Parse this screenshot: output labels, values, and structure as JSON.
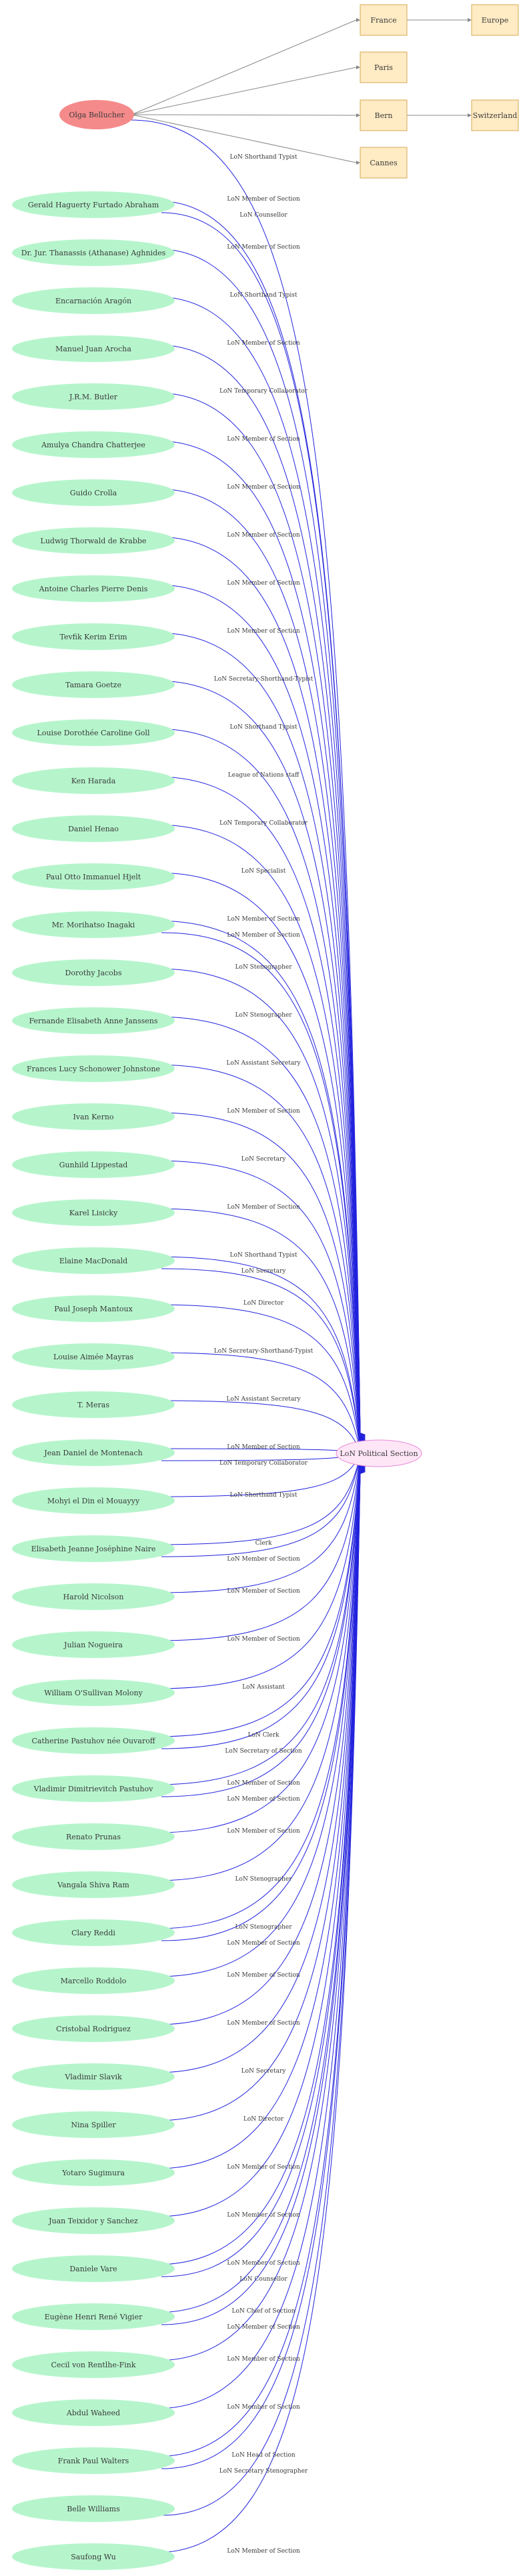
{
  "colors": {
    "hub_fill": "#ffe6f7",
    "hub_stroke": "#e88ad6",
    "source_fill": "#f58a8a",
    "person_fill": "#b6f5cc",
    "place_fill": "#ffebc4",
    "place_stroke": "#d4aa55",
    "edge": "#2222dd",
    "edge_gray": "#888888"
  },
  "hub": {
    "label": "LoN Political Section"
  },
  "source": {
    "label": "Olga Bellucher",
    "edge_label": "LoN Shorthand Typist"
  },
  "places": [
    {
      "label": "France"
    },
    {
      "label": "Europe"
    },
    {
      "label": "Paris"
    },
    {
      "label": "Bern"
    },
    {
      "label": "Switzerland"
    },
    {
      "label": "Cannes"
    }
  ],
  "people": [
    {
      "label": "Gerald Haguerty Furtado Abraham",
      "edges": [
        "LoN Member of Section",
        "LoN Counsellor"
      ]
    },
    {
      "label": "Dr. Jur. Thanassis (Athanase) Aghnides",
      "edges": [
        "LoN Member of Section"
      ]
    },
    {
      "label": "Encarnación Aragón",
      "edges": [
        "LoN Shorthand Typist"
      ]
    },
    {
      "label": "Manuel Juan Arocha",
      "edges": [
        "LoN Member of Section"
      ]
    },
    {
      "label": "J.R.M. Butler",
      "edges": [
        "LoN Temporary Collaborator"
      ]
    },
    {
      "label": "Amulya Chandra Chatterjee",
      "edges": [
        "LoN Member of Section"
      ]
    },
    {
      "label": "Guido Crolla",
      "edges": [
        "LoN Member of Section"
      ]
    },
    {
      "label": "Ludwig Thorwald de Krabbe",
      "edges": [
        "LoN Member of Section"
      ]
    },
    {
      "label": "Antoine Charles Pierre Denis",
      "edges": [
        "LoN Member of Section"
      ]
    },
    {
      "label": "Tevfik Kerim Erim",
      "edges": [
        "LoN Member of Section"
      ]
    },
    {
      "label": "Tamara Goetze",
      "edges": [
        "LoN Secretary-Shorthand-Typist"
      ]
    },
    {
      "label": "Louise Dorothée Caroline Goll",
      "edges": [
        "LoN Shorthand Typist"
      ]
    },
    {
      "label": "Ken Harada",
      "edges": [
        "League of Nations staff"
      ]
    },
    {
      "label": "Daniel Henao",
      "edges": [
        "LoN Temporary Collaborator"
      ]
    },
    {
      "label": "Paul Otto Immanuel Hjelt",
      "edges": [
        "LoN Specialist"
      ]
    },
    {
      "label": "Mr. Morihatso Inagaki",
      "edges": [
        "LoN Member of Section",
        "LoN Member of Section"
      ]
    },
    {
      "label": "Dorothy Jacobs",
      "edges": [
        "LoN Stenographer"
      ]
    },
    {
      "label": "Fernande Elisabeth Anne Janssens",
      "edges": [
        "LoN Stenographer"
      ]
    },
    {
      "label": "Frances Lucy Schonower Johnstone",
      "edges": [
        "LoN Assistant Secretary"
      ]
    },
    {
      "label": "Ivan Kerno",
      "edges": [
        "LoN Member of Section"
      ]
    },
    {
      "label": "Gunhild Lippestad",
      "edges": [
        "LoN Secretary"
      ]
    },
    {
      "label": "Karel Lisicky",
      "edges": [
        "LoN Member of Section"
      ]
    },
    {
      "label": "Elaine MacDonald",
      "edges": [
        "LoN Shorthand Typist",
        "LoN Secretary"
      ]
    },
    {
      "label": "Paul Joseph Mantoux",
      "edges": [
        "LoN Director"
      ]
    },
    {
      "label": "Louise Aimée Mayras",
      "edges": [
        "LoN Secretary-Shorthand-Typist"
      ]
    },
    {
      "label": "T. Meras",
      "edges": [
        "LoN Assistant Secretary"
      ]
    },
    {
      "label": "Jean Daniel de Montenach",
      "edges": [
        "LoN Member of Section",
        "LoN Temporary Collaborator"
      ]
    },
    {
      "label": "Mohyi el Din el Mouayyy",
      "edges": [
        "LoN Shorthand Typist"
      ]
    },
    {
      "label": "Elisabeth Jeanne Joséphine Naire",
      "edges": [
        "Clerk",
        "LoN Member of Section"
      ]
    },
    {
      "label": "Harold Nicolson",
      "edges": [
        "LoN Member of Section"
      ]
    },
    {
      "label": "Julian Nogueira",
      "edges": [
        "LoN Member of Section"
      ]
    },
    {
      "label": "William O'Sullivan Molony",
      "edges": [
        "LoN Assistant"
      ]
    },
    {
      "label": "Catherine Pastuhov née Ouvaroff",
      "edges": [
        "LoN Clerk",
        "LoN Secretary of Section"
      ]
    },
    {
      "label": "Vladimir Dimitrievitch Pastuhov",
      "edges": [
        "LoN Member of Section",
        "LoN Member of Section"
      ]
    },
    {
      "label": "Renato Prunas",
      "edges": [
        "LoN Member of Section"
      ]
    },
    {
      "label": "Vangala Shiva Ram",
      "edges": [
        "LoN Stenographer"
      ]
    },
    {
      "label": "Clary Reddi",
      "edges": [
        "LoN Stenographer",
        "LoN Member of Section"
      ]
    },
    {
      "label": "Marcello Roddolo",
      "edges": [
        "LoN Member of Section"
      ]
    },
    {
      "label": "Cristobal Rodriguez",
      "edges": [
        "LoN Member of Section"
      ]
    },
    {
      "label": "Vladimir Slavik",
      "edges": [
        "LoN Secretary"
      ]
    },
    {
      "label": "Nina Spiller",
      "edges": [
        "LoN Director"
      ]
    },
    {
      "label": "Yotaro Sugimura",
      "edges": [
        "LoN Member of Section"
      ]
    },
    {
      "label": "Juan Teixidor y Sanchez",
      "edges": [
        "LoN Member of Section"
      ]
    },
    {
      "label": "Daniele Vare",
      "edges": [
        "LoN Member of Section",
        "LoN Counsellor"
      ]
    },
    {
      "label": "Eugène Henri René Vigier",
      "edges": [
        "LoN Chief of Section",
        "LoN Member of Section"
      ]
    },
    {
      "label": "Cecil von Rentlhe-Fink",
      "edges": [
        "LoN Member of Section"
      ]
    },
    {
      "label": "Abdul Waheed",
      "edges": [
        "LoN Member of Section"
      ]
    },
    {
      "label": "Frank Paul Walters",
      "edges": [
        "LoN Head of Section",
        "LoN Secretary Stenographer"
      ]
    },
    {
      "label": "Belle Williams",
      "edges": []
    },
    {
      "label": "Saufong Wu",
      "edges": [
        "LoN Member of Section"
      ]
    }
  ]
}
